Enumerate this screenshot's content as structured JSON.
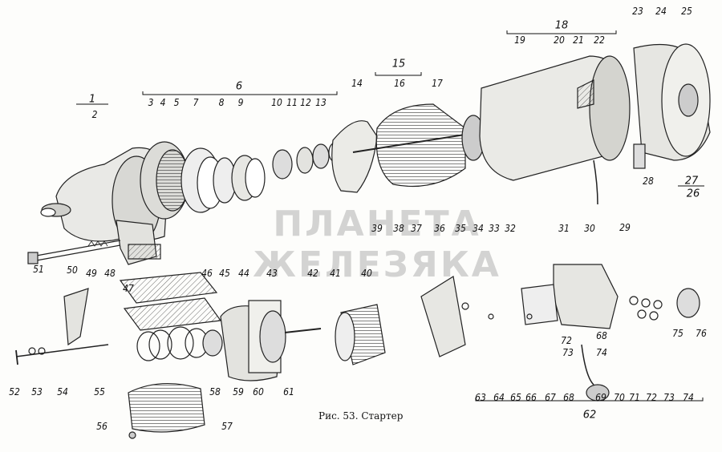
{
  "caption": "Рис. 53. Стартер",
  "watermark": "ПЛАНЕТА ЖЕЛЕЗЯКА",
  "group_labels": [
    {
      "id": "g1",
      "text": "1"
    },
    {
      "id": "g6",
      "text": "6"
    },
    {
      "id": "g15",
      "text": "15"
    },
    {
      "id": "g18",
      "text": "18"
    },
    {
      "id": "g27",
      "text": "27"
    },
    {
      "id": "g26",
      "text": "26"
    },
    {
      "id": "g62",
      "text": "62"
    }
  ],
  "part_labels": [
    "2",
    "3",
    "4",
    "5",
    "7",
    "8",
    "9",
    "10",
    "11",
    "12",
    "13",
    "14",
    "16",
    "17",
    "19",
    "20",
    "21",
    "22",
    "23",
    "24",
    "25",
    "28",
    "29",
    "30",
    "31",
    "32",
    "33",
    "34",
    "35",
    "36",
    "37",
    "38",
    "39",
    "40",
    "41",
    "42",
    "43",
    "44",
    "45",
    "46",
    "47",
    "48",
    "49",
    "50",
    "51",
    "52",
    "53",
    "54",
    "55",
    "56",
    "57",
    "58",
    "59",
    "60",
    "61",
    "63",
    "64",
    "65",
    "66",
    "67",
    "68a",
    "69",
    "70",
    "71",
    "72a",
    "73a",
    "74a",
    "75",
    "76",
    "68b",
    "72b",
    "73b",
    "74b"
  ],
  "part_text": {
    "2": "2",
    "3": "3",
    "4": "4",
    "5": "5",
    "7": "7",
    "8": "8",
    "9": "9",
    "10": "10",
    "11": "11",
    "12": "12",
    "13": "13",
    "14": "14",
    "16": "16",
    "17": "17",
    "19": "19",
    "20": "20",
    "21": "21",
    "22": "22",
    "23": "23",
    "24": "24",
    "25": "25",
    "28": "28",
    "29": "29",
    "30": "30",
    "31": "31",
    "32": "32",
    "33": "33",
    "34": "34",
    "35": "35",
    "36": "36",
    "37": "37",
    "38": "38",
    "39": "39",
    "40": "40",
    "41": "41",
    "42": "42",
    "43": "43",
    "44": "44",
    "45": "45",
    "46": "46",
    "47": "47",
    "48": "48",
    "49": "49",
    "50": "50",
    "51": "51",
    "52": "52",
    "53": "53",
    "54": "54",
    "55": "55",
    "56": "56",
    "57": "57",
    "58": "58",
    "59": "59",
    "60": "60",
    "61": "61",
    "63": "63",
    "64": "64",
    "65": "65",
    "66": "66",
    "67": "67",
    "68a": "68",
    "69": "69",
    "70": "70",
    "71": "71",
    "72a": "72",
    "73a": "73",
    "74a": "74",
    "75": "75",
    "76": "76",
    "68b": "68",
    "72b": "72",
    "73b": "73",
    "74b": "74"
  },
  "group_text": {
    "g1": "1",
    "g6": "6",
    "g15": "15",
    "g18": "18",
    "g27": "27",
    "g26": "26",
    "g62": "62"
  }
}
